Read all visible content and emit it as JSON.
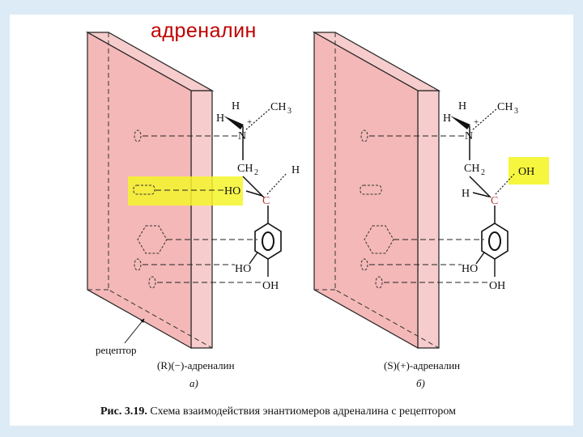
{
  "title": "адреналин",
  "colors": {
    "title": "#c00000",
    "panel": "#f4b8b8",
    "panel_edge": "#f7cccc",
    "highlight": "#f5f52a",
    "accent_C": "#c03030"
  },
  "left": {
    "sub_top_H": "H",
    "sub_N": "N",
    "sub_H_left": "H",
    "sub_CH3": "CH",
    "sub_CH3_sub": "3",
    "sub_CH2": "CH",
    "sub_CH2_sub": "2",
    "sub_HO": "HO",
    "sub_H_wedge": "H",
    "sub_C": "C",
    "sub_HO_ring": "HO",
    "sub_OH_ring": "OH",
    "plus": "+",
    "receptor_label": "рецептор",
    "isomer_label": "(R)(−)-адреналин",
    "panel_letter": "а)"
  },
  "right": {
    "sub_top_H": "H",
    "sub_N": "N",
    "sub_H_left": "H",
    "sub_CH3": "CH",
    "sub_CH3_sub": "3",
    "sub_CH2": "CH",
    "sub_CH2_sub": "2",
    "sub_OH": "OH",
    "sub_H_wedge": "H",
    "sub_C": "C",
    "sub_HO_ring": "HO",
    "sub_OH_ring": "OH",
    "plus": "+",
    "isomer_label": "(S)(+)-адреналин",
    "panel_letter": "б)"
  },
  "caption_bold": "Рис. 3.19.",
  "caption_text": " Схема взаимодействия энантиомеров адреналина с рецептором"
}
